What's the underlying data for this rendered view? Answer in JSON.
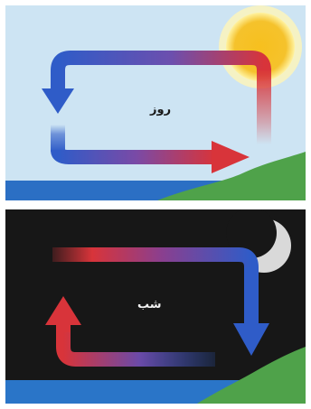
{
  "panels": [
    {
      "id": "day",
      "label": "روز",
      "colors": {
        "sky": "#cde4f3",
        "sea": "#2b6fc4",
        "land": "#4fa24a",
        "sun": "#f5c22c",
        "sun_glow": "#fff2a0",
        "warm_arrow": "#d8343a",
        "cool_arrow": "#2f5cc8"
      }
    },
    {
      "id": "night",
      "label": "شب",
      "colors": {
        "sky": "#171717",
        "sea": "#2a75c8",
        "land": "#4fa24a",
        "moon": "#d9d9d9",
        "warm_arrow": "#d8343a",
        "cool_arrow": "#2f5cc8"
      }
    }
  ]
}
